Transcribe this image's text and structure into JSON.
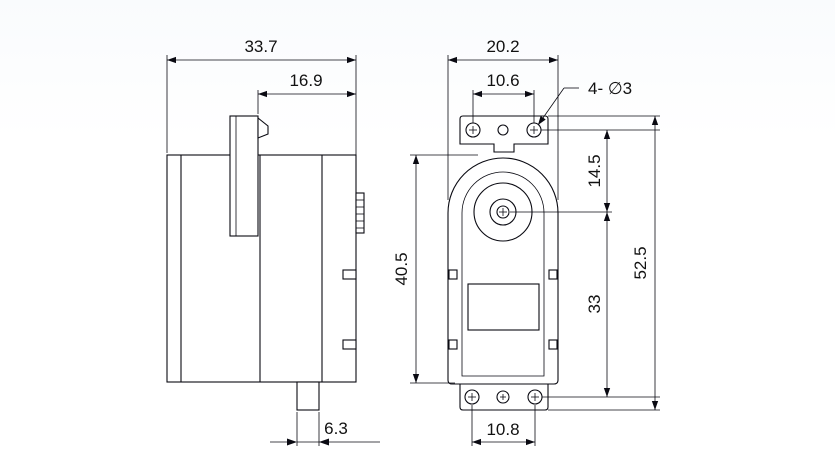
{
  "dimensions": {
    "overall_depth": "33.7",
    "output_shaft_offset": "16.9",
    "mount_width": "20.2",
    "top_hole_spacing": "10.6",
    "mount_holes": "4- ∅3",
    "shaft_to_top_holes": "14.5",
    "body_height": "40.5",
    "hole_to_hole_height": "52.5",
    "shaft_to_bottom_holes": "33",
    "bottom_hole_spacing": "10.8",
    "cable_exit_width": "6.3"
  }
}
